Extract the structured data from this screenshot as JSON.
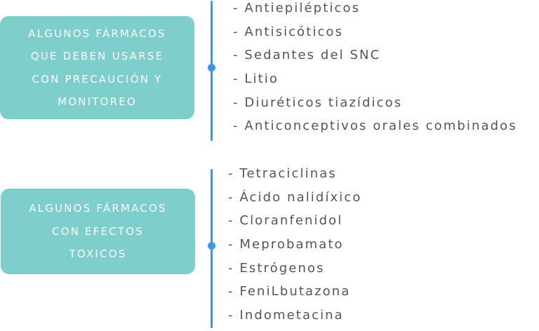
{
  "groups": [
    {
      "label_lines": [
        "ALGUNOS FÁRMACOS",
        "QUE DEBEN USARSE",
        "CON PRECAUCIÓN Y",
        "MONITOREO"
      ],
      "items": [
        "- Antiepilépticos",
        "- Antisicóticos",
        "- Sedantes del SNC",
        "- Litio",
        "- Diuréticos tiazídicos",
        "- Anticonceptivos orales combinados"
      ]
    },
    {
      "label_lines": [
        "ALGUNOS FÁRMACOS",
        "CON EFECTOS",
        "TOXICOS"
      ],
      "items": [
        "- Tetraciclinas",
        "- Ácido nalidíxico",
        "- Cloranfenidol",
        "- Meprobamato",
        "- Estrógenos",
        "- FeniLbutazona",
        "- Indometacina"
      ]
    }
  ],
  "colors": {
    "box_fill": "#7ecfcb",
    "box_text": "#ffffff",
    "connector": "#3c97e8",
    "item_text": "#555555"
  }
}
